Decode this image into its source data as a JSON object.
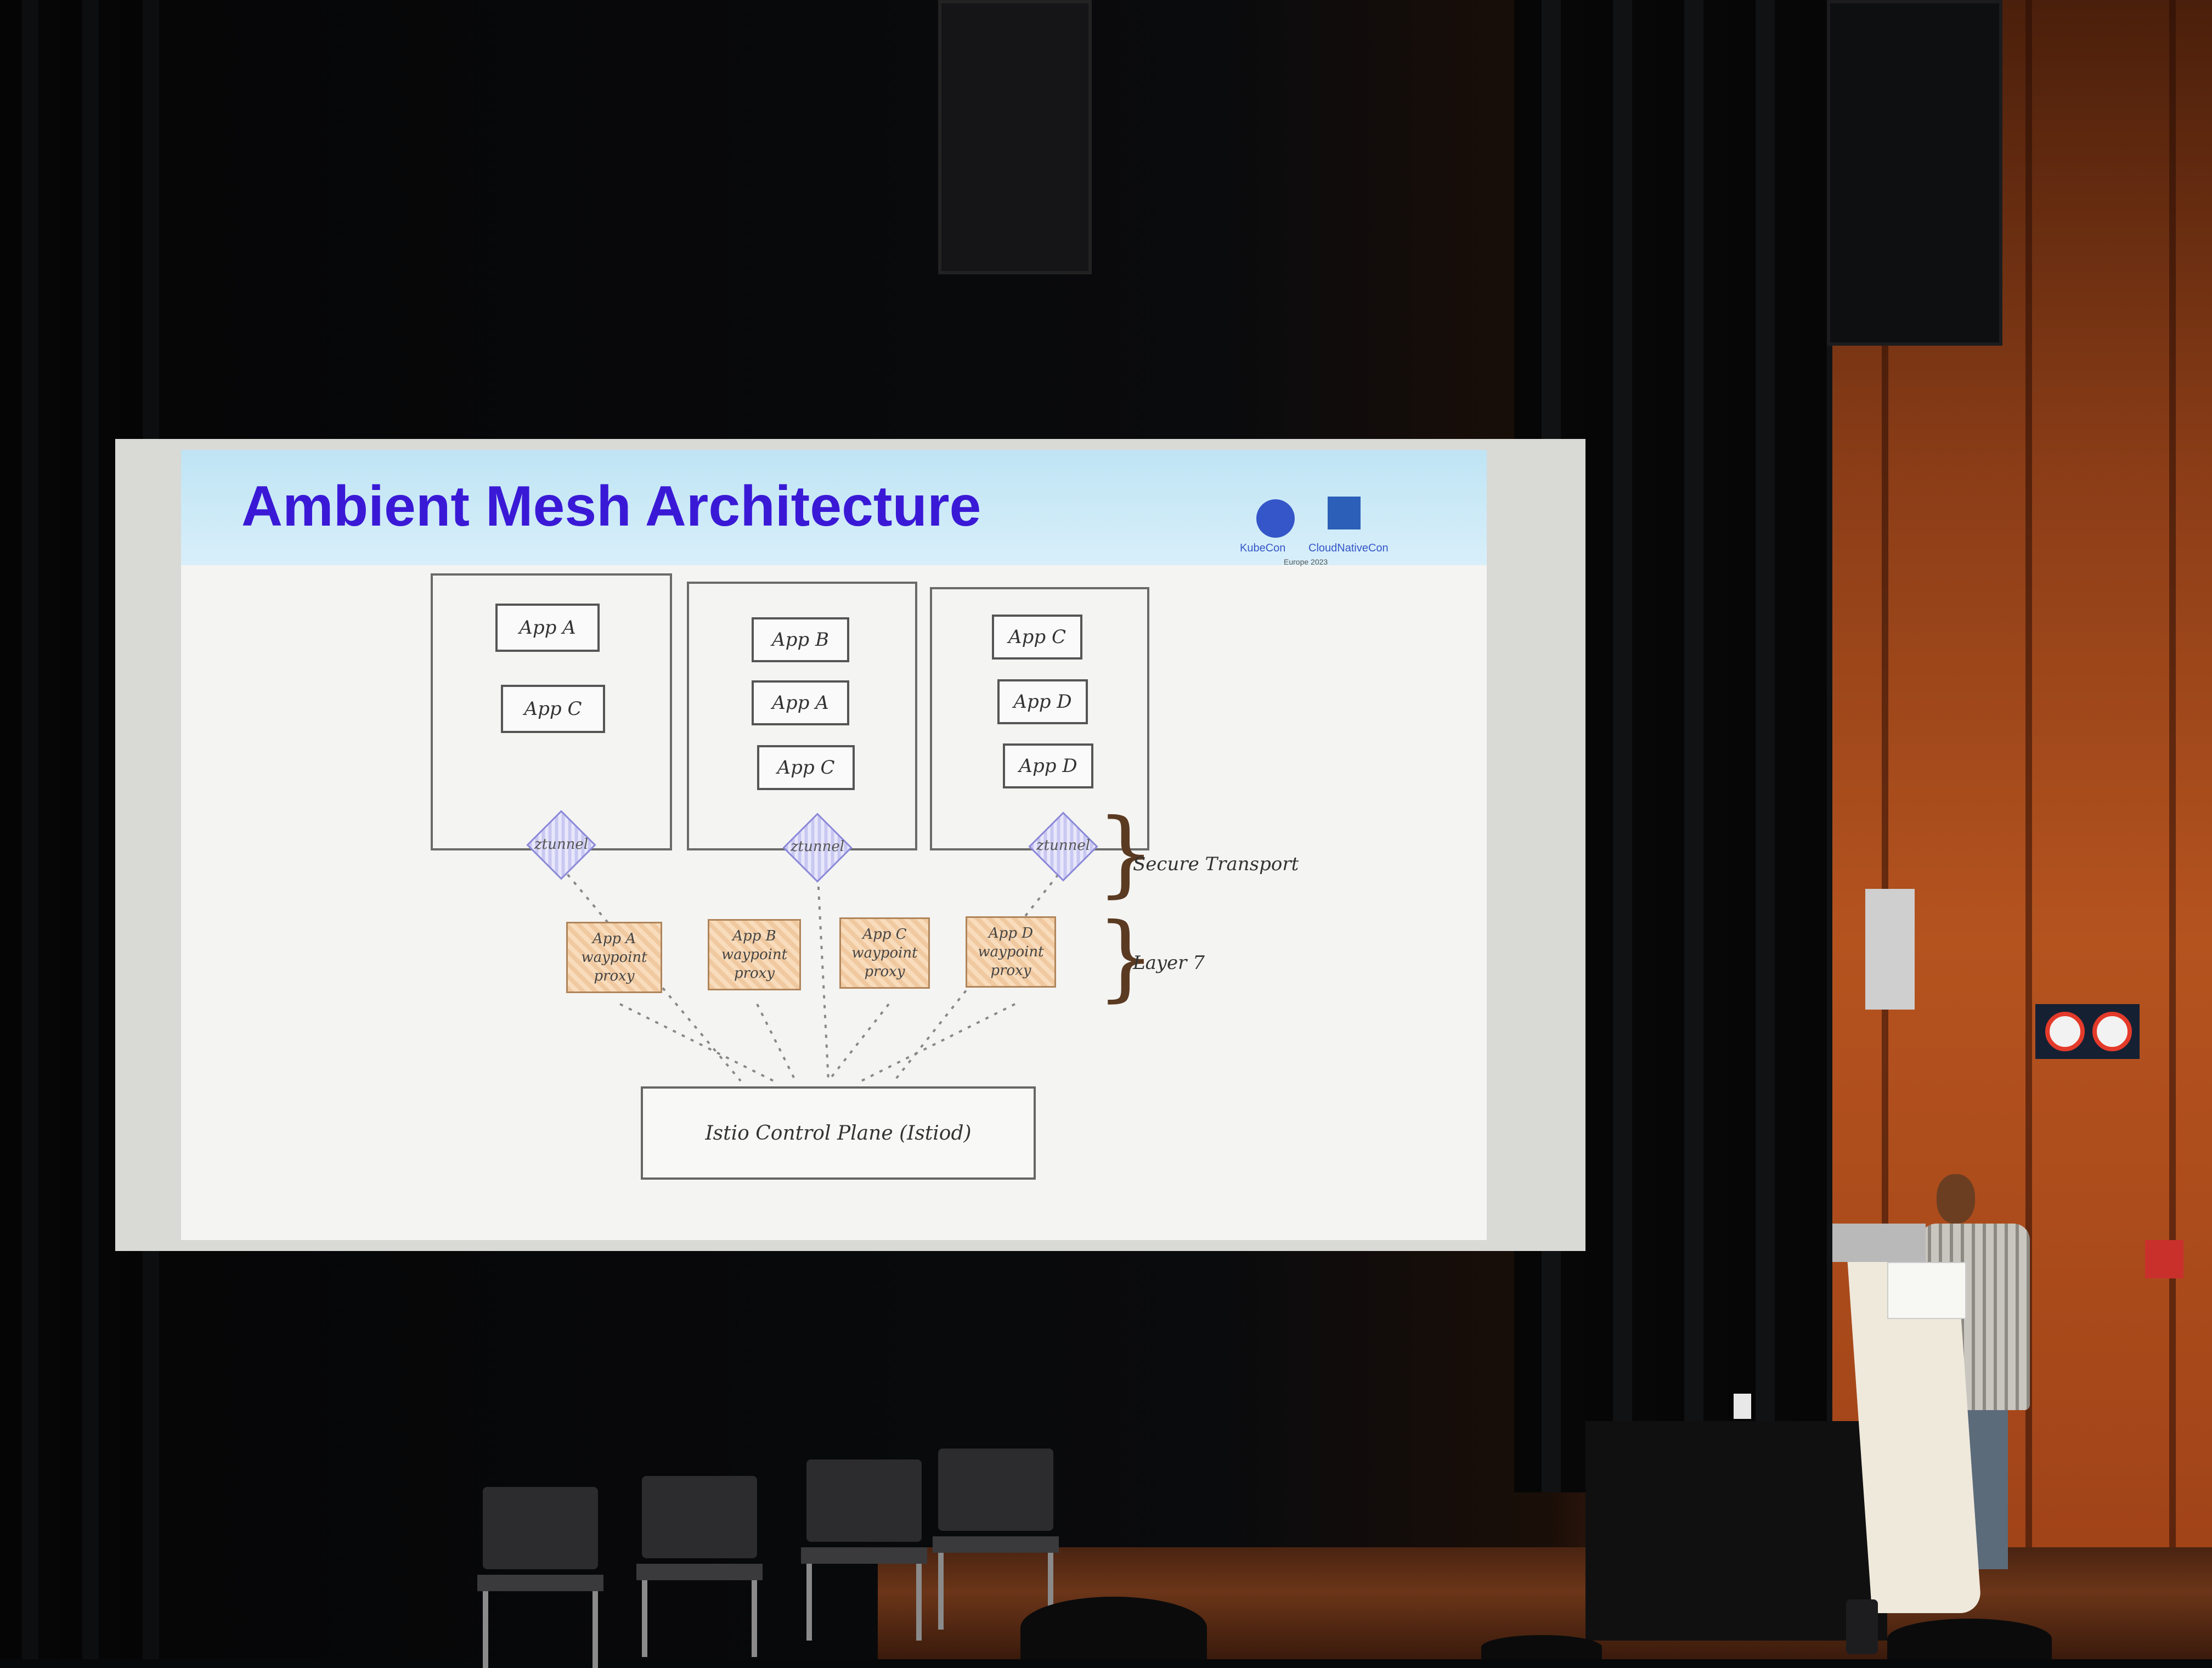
{
  "slide": {
    "title": "Ambient Mesh Architecture",
    "logos": {
      "kubecon": "KubeCon",
      "cloudnativecon": "CloudNativeCon",
      "event": "Europe 2023"
    },
    "nodes": [
      {
        "apps": [
          "App A",
          "App C"
        ],
        "ztunnel": "ztunnel"
      },
      {
        "apps": [
          "App B",
          "App A",
          "App C"
        ],
        "ztunnel": "ztunnel"
      },
      {
        "apps": [
          "App C",
          "App D",
          "App D"
        ],
        "ztunnel": "ztunnel"
      }
    ],
    "waypoints": [
      {
        "line1": "App A",
        "line2": "waypoint",
        "line3": "proxy"
      },
      {
        "line1": "App B",
        "line2": "waypoint",
        "line3": "proxy"
      },
      {
        "line1": "App C",
        "line2": "waypoint",
        "line3": "proxy"
      },
      {
        "line1": "App D",
        "line2": "waypoint",
        "line3": "proxy"
      }
    ],
    "labels": {
      "secure_transport": "Secure Transport",
      "layer7": "Layer 7"
    },
    "control_plane": "Istio Control Plane (Istiod)"
  },
  "colors": {
    "title": "#3a19d6",
    "ztunnel": "#c9c8f2",
    "waypoint": "#f0c9a0"
  }
}
